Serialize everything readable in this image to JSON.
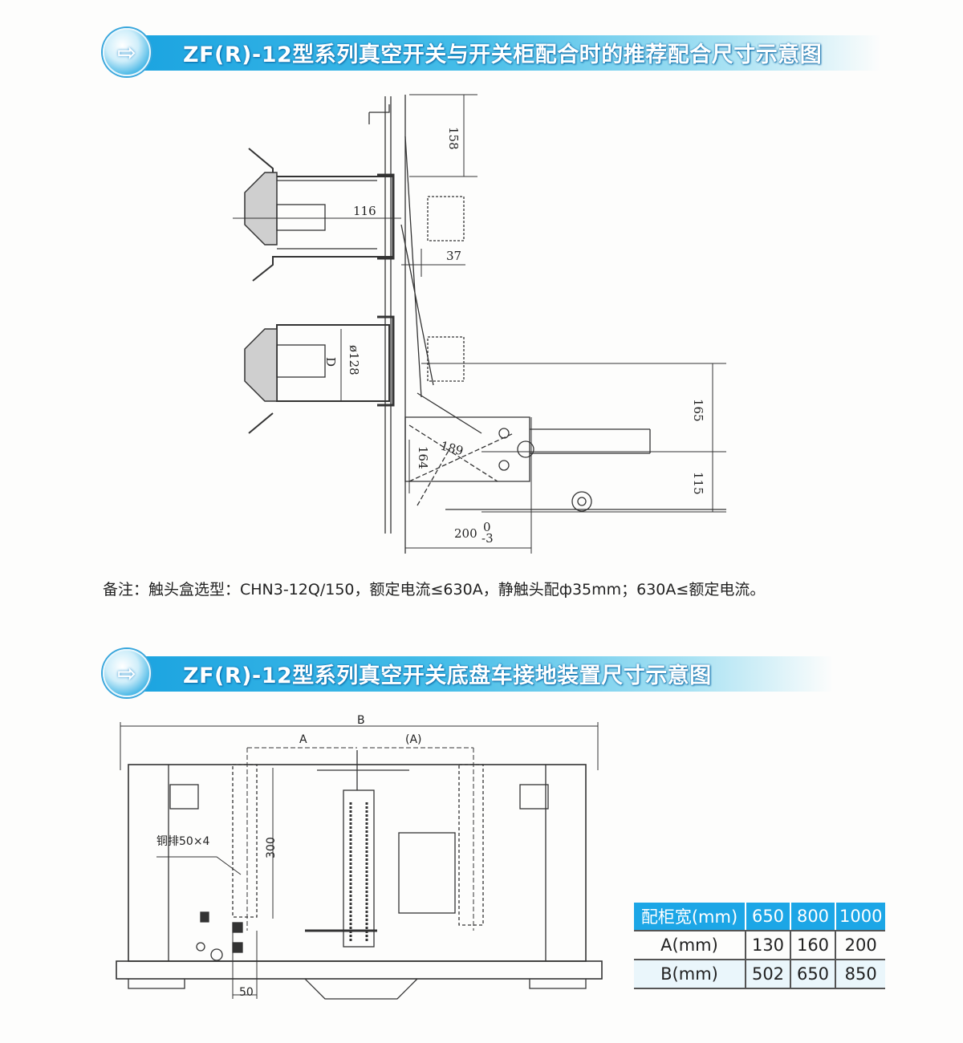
{
  "section1": {
    "arrow_icon": "right-arrow-icon",
    "title": "ZF(R)-12型系列真空开关与开关柜配合时的推荐配合尺寸示意图",
    "dims": {
      "d158": "158",
      "d116": "116",
      "d37": "37",
      "dD": "D",
      "d128": "ø128",
      "d165": "165",
      "d189": "189",
      "d164": "164",
      "d115": "115",
      "d200": "200",
      "d200_tol_upper": "0",
      "d200_tol_lower": "-3"
    },
    "note": "备注：触头盒选型：CHN3-12Q/150，额定电流≤630A，静触头配ф35mm；630A≤额定电流。"
  },
  "section2": {
    "arrow_icon": "right-arrow-icon",
    "title": "ZF(R)-12型系列真空开关底盘车接地装置尺寸示意图",
    "dims": {
      "B": "B",
      "A": "A",
      "A_paren": "(A)",
      "d300": "300",
      "d50": "50",
      "busbar": "铜排50×4"
    },
    "table": {
      "header": [
        "配柜宽(mm)",
        "650",
        "800",
        "1000"
      ],
      "rows": [
        [
          "A(mm)",
          "130",
          "160",
          "200"
        ],
        [
          "B(mm)",
          "502",
          "650",
          "850"
        ]
      ]
    }
  },
  "colors": {
    "banner_blue": "#1aa3e0",
    "table_header": "#1ca6e6"
  }
}
